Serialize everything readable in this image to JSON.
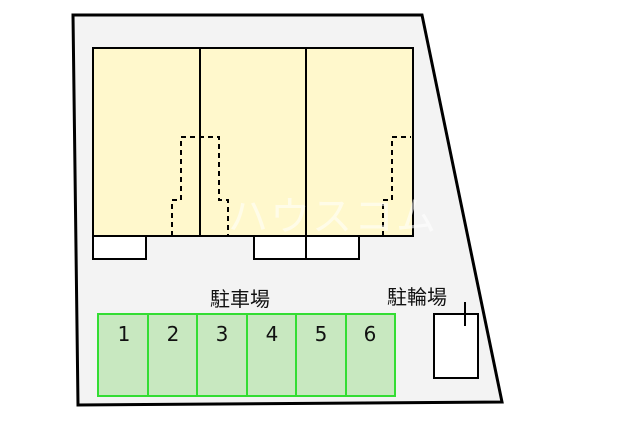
{
  "site_plan": {
    "parking_label": "駐車場",
    "bicycle_parking_label": "駐輪場",
    "parking_spaces": [
      "1",
      "2",
      "3",
      "4",
      "5",
      "6"
    ],
    "watermark": "ハウスコム",
    "colors": {
      "lot_fill": "#f3f3f3",
      "building_fill": "#fff8cc",
      "parking_fill": "#c8e8c0",
      "parking_stroke": "#33dd33",
      "outline": "#000000"
    }
  }
}
